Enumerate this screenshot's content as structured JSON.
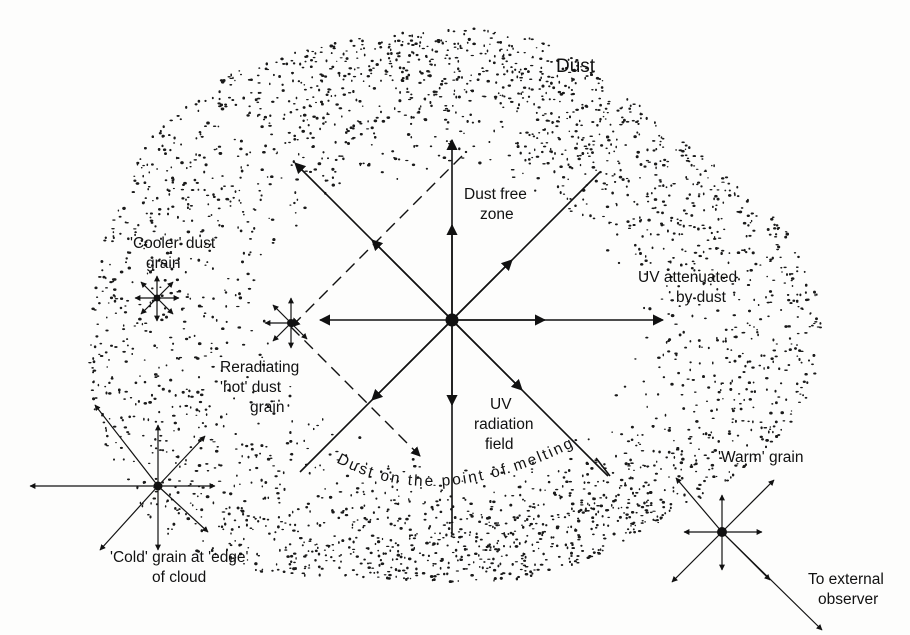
{
  "labels": {
    "dust": "Dust",
    "dust_free_zone_1": "Dust free",
    "dust_free_zone_2": "zone",
    "cooler_1": "'Cooler' dust",
    "cooler_2": "grain",
    "uv_att_1": "UV attenuated",
    "uv_att_2": "by dust",
    "reradiating_1": "Reradiating",
    "reradiating_2": "'hot' dust",
    "reradiating_3": "grain",
    "uv_field_1": "UV",
    "uv_field_2": "radiation",
    "uv_field_3": "field",
    "melting": "Dust on the point of melting",
    "warm": "'Warm' grain",
    "cold_1": "'Cold' grain at 'edge'",
    "cold_2": "of cloud",
    "observer_1": "To external",
    "observer_2": "observer"
  },
  "icons": {
    "center": "uv-source-icon",
    "grain": "dust-grain-icon"
  }
}
